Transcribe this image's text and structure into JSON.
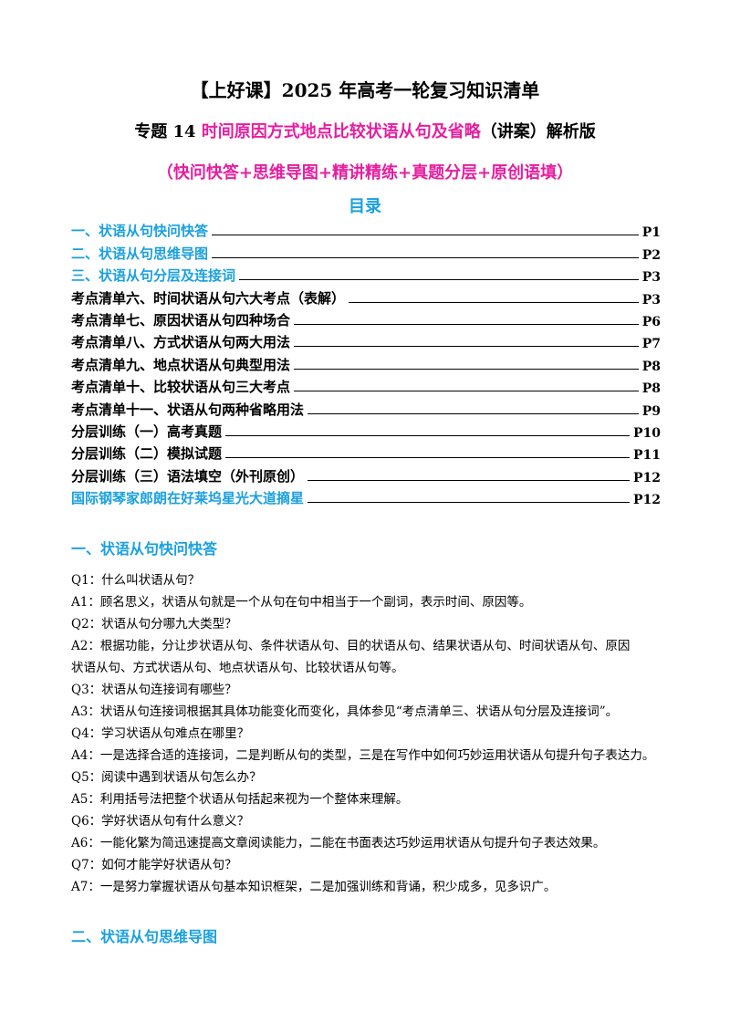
{
  "header": {
    "line1": "【上好课】2025 年高考一轮复习知识清单",
    "line2_prefix": "专题 14 ",
    "line2_topic": "时间原因方式地点比较状语从句及省略",
    "line2_suffix": "（讲案）解析版",
    "line3": "（快问快答+思维导图+精讲精练+真题分层+原创语填）"
  },
  "toc": {
    "title": "目录",
    "items": [
      {
        "label": "一、状语从句快问快答",
        "page": "P1"
      },
      {
        "label": "二、状语从句思维导图",
        "page": "P2"
      },
      {
        "label": "三、状语从句分层及连接词",
        "page": "P3"
      },
      {
        "label": "考点清单六、时间状语从句六大考点（表解）",
        "page": "P3"
      },
      {
        "label": "考点清单七、原因状语从句四种场合",
        "page": "P6"
      },
      {
        "label": "考点清单八、方式状语从句两大用法",
        "page": "P7"
      },
      {
        "label": "考点清单九、地点状语从句典型用法",
        "page": "P8"
      },
      {
        "label": "考点清单十、比较状语从句三大考点",
        "page": "P8"
      },
      {
        "label": "考点清单十一、状语从句两种省略用法",
        "page": "P9"
      },
      {
        "label": "分层训练（一）高考真题",
        "page": "P10"
      },
      {
        "label": "分层训练（二）模拟试题",
        "page": "P11"
      },
      {
        "label": "分层训练（三）语法填空（外刊原创）",
        "page": "P12"
      },
      {
        "label": "国际钢琴家郎朗在好莱坞星光大道摘星",
        "page": "P12"
      }
    ]
  },
  "section1": {
    "title": "一、状语从句快问快答",
    "qa": [
      {
        "label": "Q1：",
        "text": "什么叫状语从句？"
      },
      {
        "label": "A1：",
        "text": "顾名思义，状语从句就是一个从句在句中相当于一个副词，表示时间、原因等。"
      },
      {
        "label": "Q2：",
        "text": "状语从句分哪九大类型？"
      },
      {
        "label": "A2：",
        "text": "根据功能，分让步状语从句、条件状语从句、目的状语从句、结果状语从句、时间状语从句、原因"
      },
      {
        "label": "",
        "text": "状语从句、方式状语从句、地点状语从句、比较状语从句等。"
      },
      {
        "label": "Q3：",
        "text": "状语从句连接词有哪些？"
      },
      {
        "label": "A3：",
        "text": "状语从句连接词根据其具体功能变化而变化，具体参见“考点清单三、状语从句分层及连接词”。"
      },
      {
        "label": "Q4：",
        "text": "学习状语从句难点在哪里？"
      },
      {
        "label": "A4：",
        "text": "一是选择合适的连接词，二是判断从句的类型，三是在写作中如何巧妙运用状语从句提升句子表达力。"
      },
      {
        "label": "Q5：",
        "text": "阅读中遇到状语从句怎么办？"
      },
      {
        "label": "A5：",
        "text": "利用括号法把整个状语从句括起来视为一个整体来理解。"
      },
      {
        "label": "Q6：",
        "text": "学好状语从句有什么意义？"
      },
      {
        "label": "A6：",
        "text": "一能化繁为简迅速提高文章阅读能力，二能在书面表达巧妙运用状语从句提升句子表达效果。"
      },
      {
        "label": "Q7：",
        "text": "如何才能学好状语从句？"
      },
      {
        "label": "A7：",
        "text": "一是努力掌握状语从句基本知识框架，二是加强训练和背诵，积少成多，见多识广。"
      }
    ]
  },
  "section2": {
    "title": "二、状语从句思维导图"
  },
  "colors": {
    "accent_blue": "#1aa0e0",
    "accent_pink": "#e61ea0"
  }
}
